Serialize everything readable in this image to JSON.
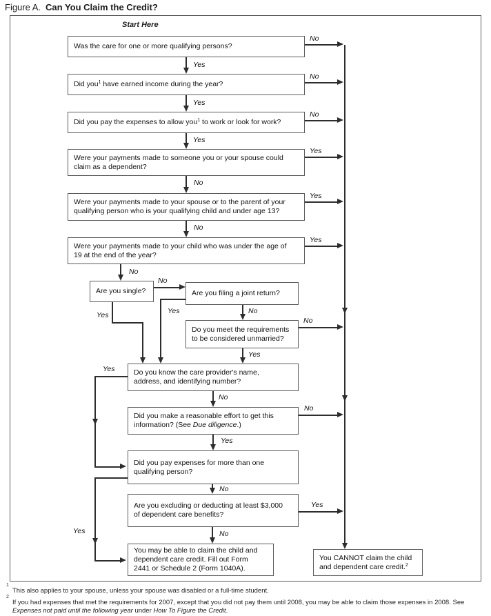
{
  "title": {
    "prefix": "Figure A.",
    "main": "Can You Claim the Credit?"
  },
  "start_here": "Start Here",
  "yes": "Yes",
  "no": "No",
  "boxes": {
    "q1": "Was the care for one or more qualifying persons?",
    "q2_pre": "Did you",
    "q2_sup": "1",
    "q2_post": " have earned income during the year?",
    "q3_pre": "Did you pay the expenses to allow you",
    "q3_sup": "1",
    "q3_post": " to work or look for work?",
    "q4": "Were your payments made to someone you or your spouse could claim as a dependent?",
    "q5": "Were your payments made to your spouse or to the parent of your qualifying person who is your qualifying child and under age 13?",
    "q6": "Were your payments made to your child who was under the age of 19 at the end of the year?",
    "q7": "Are you single?",
    "q8": "Are you filing a joint return?",
    "q9": "Do you meet the requirements to be considered unmarried?",
    "q10": "Do you know the care provider's name, address, and identifying number?",
    "q11_pre": "Did you make a reasonable effort to get this information? (See ",
    "q11_italic": "Due diligence",
    "q11_post": ".)",
    "q12": "Did you pay expenses for more than one qualifying person?",
    "q13": "Are you excluding or deducting at least $3,000 of dependent care benefits?",
    "result_may": "You may be able to claim the child and dependent care credit. Fill out Form 2441 or Schedule 2 (Form 1040A).",
    "result_cannot_pre": "You CANNOT claim the child and dependent care credit.",
    "result_cannot_sup": "2"
  },
  "footnotes": {
    "fn1_sup": "1",
    "fn1_text": "This also applies to your spouse, unless your spouse was disabled or a full-time student.",
    "fn2_sup": "2",
    "fn2_pre": "If you had expenses that met the requirements for 2007, except that you did not pay them until 2008, you may be able to claim those expenses in 2008. See ",
    "fn2_italic1": "Expenses not paid until the following year",
    "fn2_mid": " under ",
    "fn2_italic2": "How To Figure the Credit",
    "fn2_post": "."
  },
  "colors": {
    "line": "#2d2d2d",
    "box_border": "#5a5a5a",
    "text": "#1c1c1c"
  }
}
